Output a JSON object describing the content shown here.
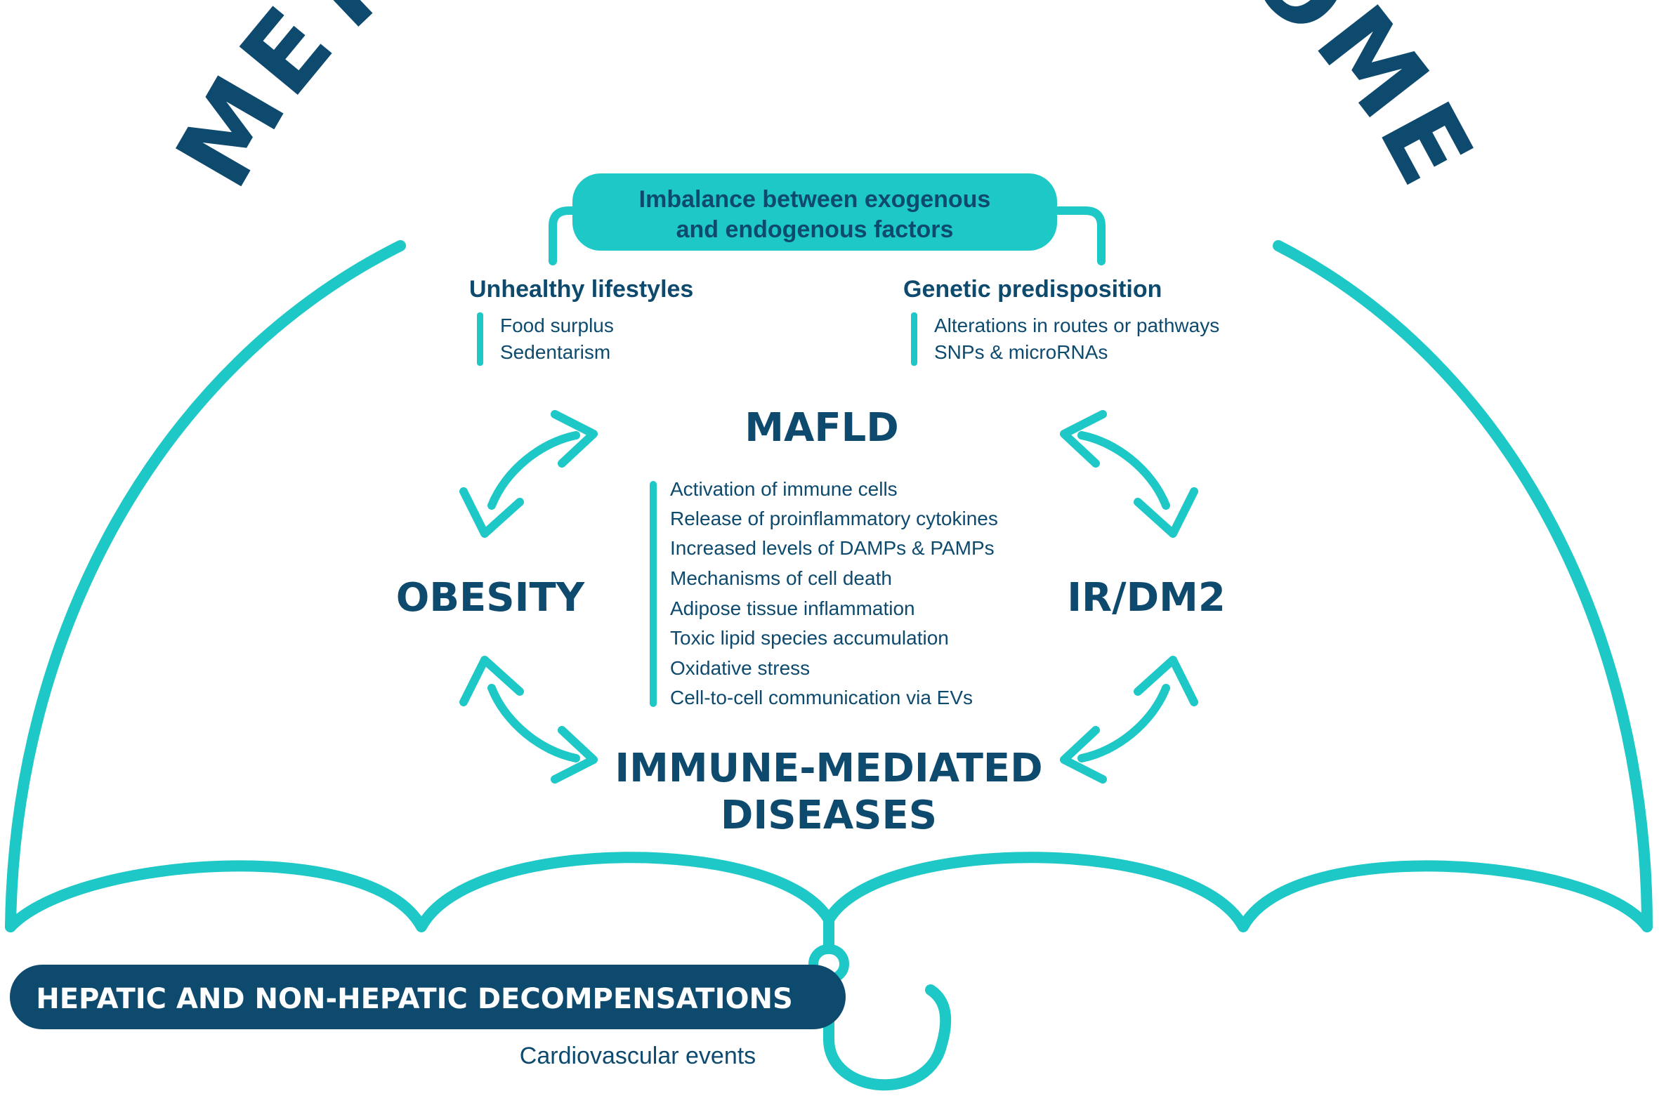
{
  "title": "METABOLIC SYNDROME",
  "imbalance": {
    "line1": "Imbalance between exogenous",
    "line2": "and endogenous factors"
  },
  "lifestyle": {
    "heading": "Unhealthy lifestyles",
    "items": [
      "Food surplus",
      "Sedentarism"
    ]
  },
  "genetic": {
    "heading": "Genetic predisposition",
    "items": [
      "Alterations in routes or pathways",
      "SNPs & microRNAs"
    ]
  },
  "nodes": {
    "mafld": "MAFLD",
    "obesity": "OBESITY",
    "irdm2": "IR/DM2",
    "immune_line1": "IMMUNE-MEDIATED",
    "immune_line2": "DISEASES"
  },
  "mechanisms": [
    "Activation of immune cells",
    "Release of proinflammatory cytokines",
    "Increased levels of DAMPs & PAMPs",
    "Mechanisms of cell death",
    "Adipose tissue inflammation",
    "Toxic lipid species accumulation",
    "Oxidative stress",
    "Cell-to-cell communication via EVs"
  ],
  "outcome": {
    "banner": "HEPATIC AND NON-HEPATIC DECOMPENSATIONS",
    "sub": "Cardiovascular events"
  },
  "colors": {
    "navy": "#0d4a6e",
    "teal": "#1ec8c6"
  },
  "icons": {
    "arrows": "double-headed-curved-arrow-icon",
    "umbrella": "umbrella-outline"
  }
}
